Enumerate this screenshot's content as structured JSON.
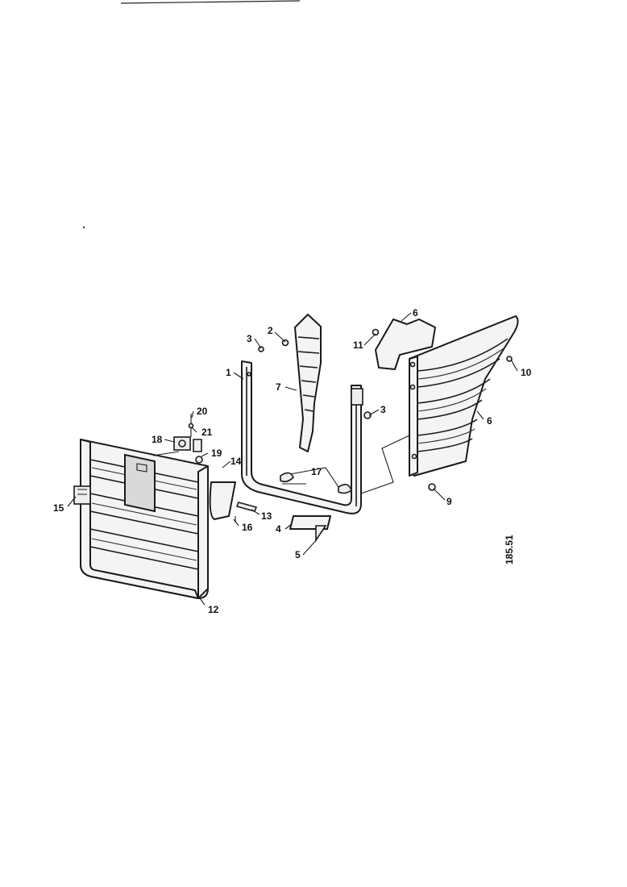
{
  "diagram": {
    "reference_number": "185.51",
    "callouts": {
      "c1": "1",
      "c2": "2",
      "c3a": "3",
      "c3b": "3",
      "c4": "4",
      "c5": "5",
      "c6a": "6",
      "c6b": "6",
      "c7": "7",
      "c9": "9",
      "c10": "10",
      "c11": "11",
      "c12": "12",
      "c13": "13",
      "c14": "14",
      "c15": "15",
      "c16": "16",
      "c17": "17",
      "c18": "18",
      "c19": "19",
      "c20": "20",
      "c21": "21"
    }
  }
}
